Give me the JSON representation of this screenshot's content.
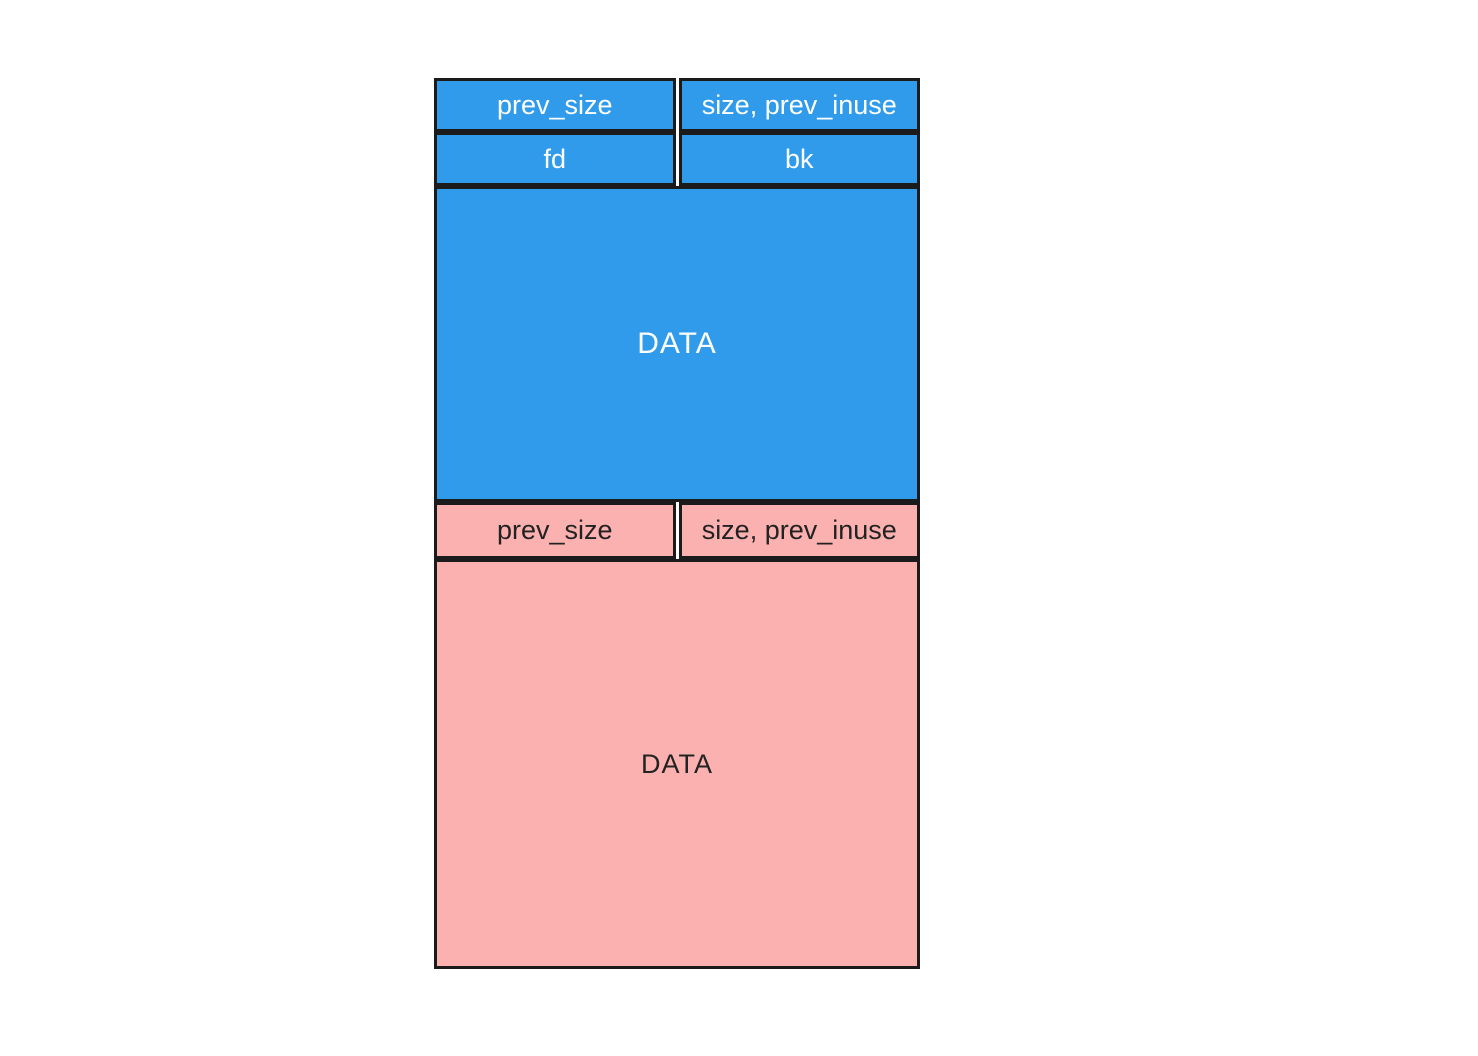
{
  "colors": {
    "blue": "#2F9BEA",
    "pink": "#FBB1B0",
    "border": "#1B1B1B",
    "text_on_blue": "#FFFFFF",
    "text_on_pink": "#222222"
  },
  "chunks": [
    {
      "id": "allocated-chunk",
      "rows": [
        {
          "cells": [
            "prev_size",
            "size, prev_inuse"
          ]
        },
        {
          "cells": [
            "fd",
            "bk"
          ]
        }
      ],
      "data_label": "DATA"
    },
    {
      "id": "free-chunk",
      "rows": [
        {
          "cells": [
            "prev_size",
            "size, prev_inuse"
          ]
        }
      ],
      "data_label": "DATA"
    }
  ]
}
